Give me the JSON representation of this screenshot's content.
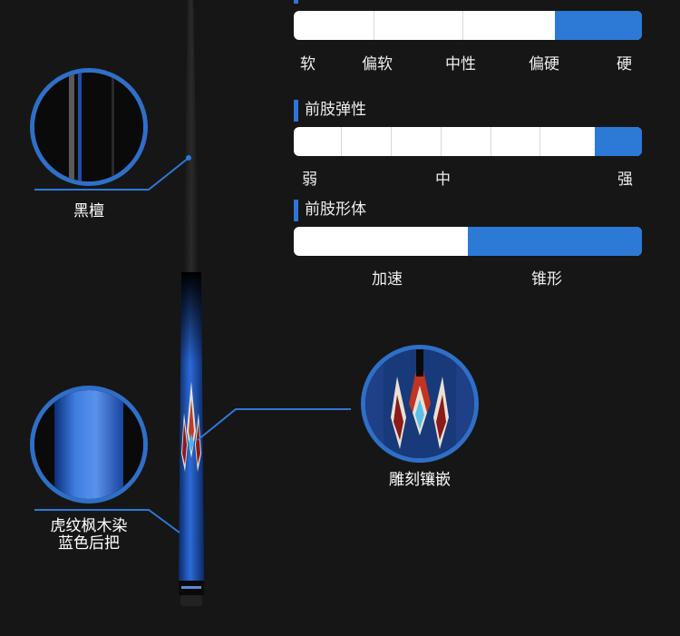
{
  "hardness": {
    "labels": [
      "软",
      "偏软",
      "中性",
      "偏硬",
      "硬"
    ],
    "value": 0.75
  },
  "front_elasticity": {
    "title": "前肢弹性",
    "labels": [
      "弱",
      "中",
      "强"
    ],
    "value": 0.865
  },
  "front_shape": {
    "title": "前肢形体",
    "labels": [
      "加速",
      "锥形"
    ],
    "value": 0.5
  },
  "callouts": {
    "ebony": "黑檀",
    "handle_line1": "虎纹枫木染",
    "handle_line2": "蓝色后把",
    "inlay": "雕刻镶嵌"
  },
  "colors": {
    "accent": "#2c79d6",
    "background": "#161616"
  }
}
